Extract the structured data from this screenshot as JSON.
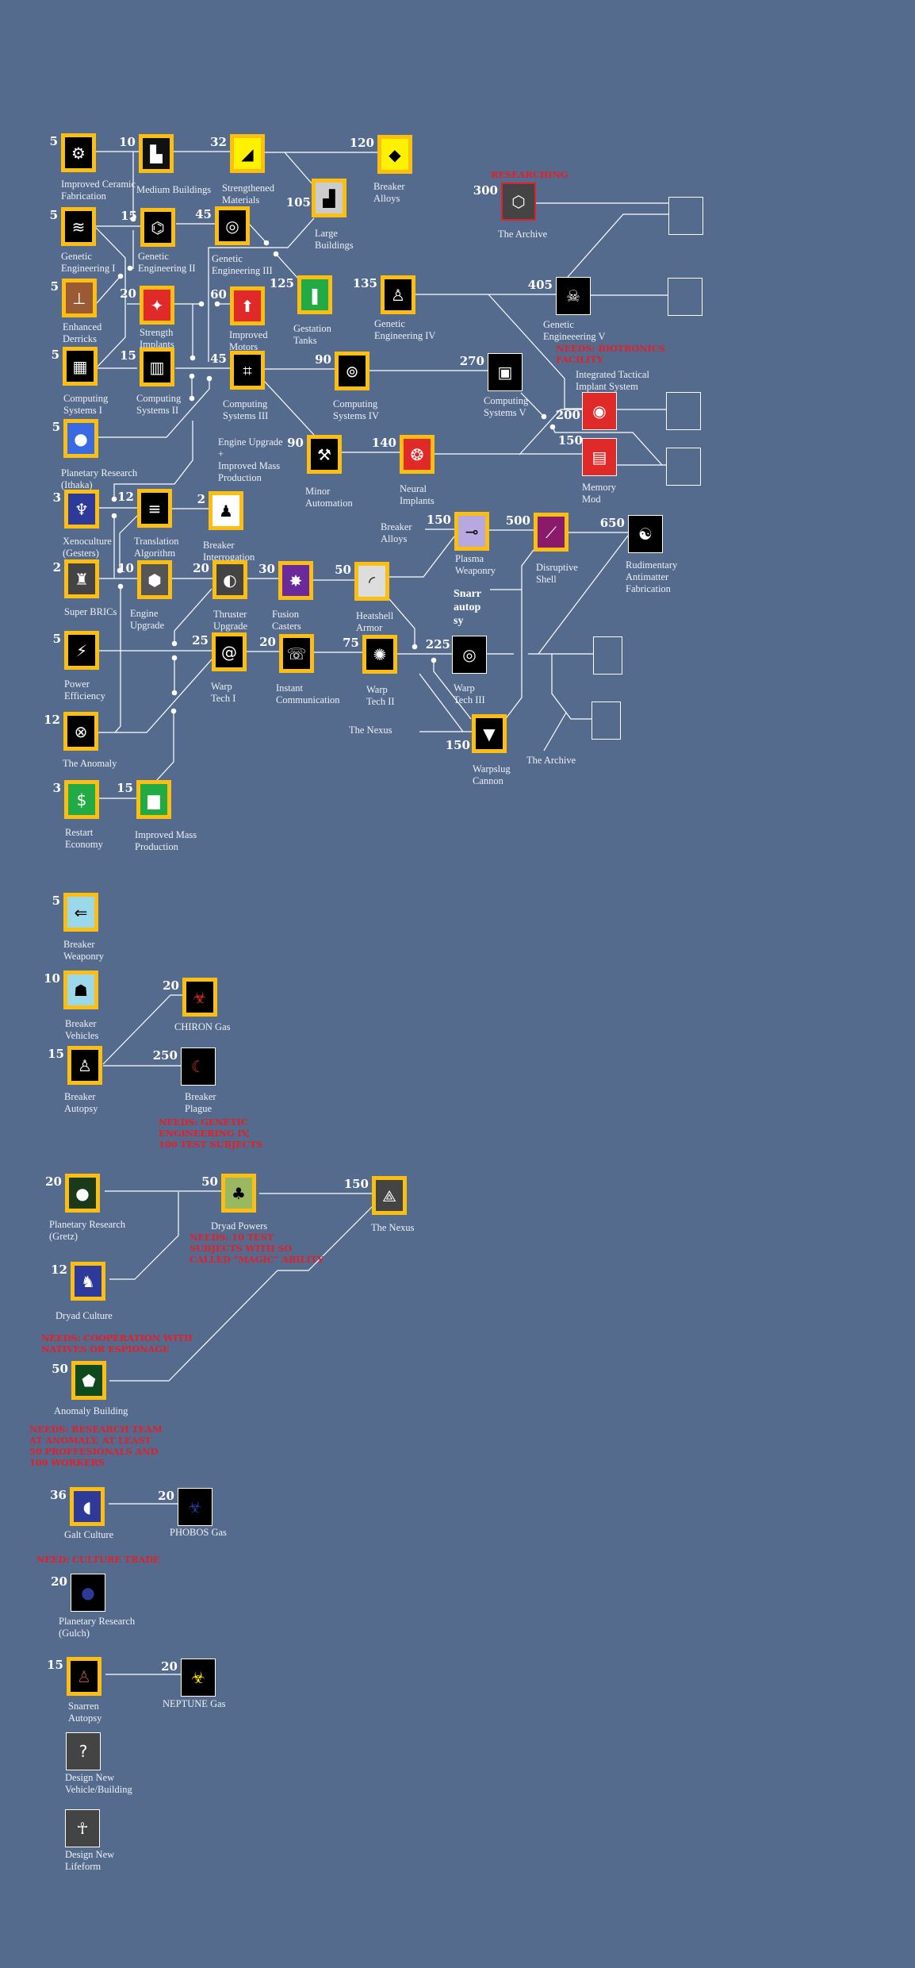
{
  "colors": {
    "background": "#556b8d",
    "frame_unlocked": "#fdbe12",
    "frame_available": "#ffffff",
    "frame_researching": "#e0202a",
    "needs_text": "#e0202a"
  },
  "nodes": [
    {
      "id": "ICF",
      "label": "Improved Ceramic\nFabrication",
      "cost": "5",
      "frame": "gold",
      "bg": "#000000",
      "icon": "gear-icon",
      "glyph": "⚙"
    },
    {
      "id": "MB",
      "label": "Medium Buildings",
      "cost": "10",
      "frame": "gold",
      "bg": "#111111",
      "icon": "buildings-icon",
      "glyph": "▙"
    },
    {
      "id": "SM",
      "label": "Strengthened\nMaterials",
      "cost": "32",
      "frame": "gold",
      "bg": "#fff200",
      "icon": "blade-icon",
      "glyph": "◢"
    },
    {
      "id": "BA",
      "label": "Breaker\nAlloys",
      "cost": "120",
      "frame": "gold",
      "bg": "#fff200",
      "icon": "crystal-icon",
      "glyph": "◆"
    },
    {
      "id": "LB",
      "label": "Large\nBuildings",
      "cost": "105",
      "frame": "gold",
      "bg": "#cccccc",
      "icon": "towers-icon",
      "glyph": "▟"
    },
    {
      "id": "ARC",
      "label": "The Archive",
      "cost": "300",
      "frame": "red",
      "bg": "#444444",
      "icon": "hexagon-icon",
      "glyph": "⬡",
      "status": "RESEARCHING"
    },
    {
      "id": "GE1",
      "label": "Genetic\nEngineering I",
      "cost": "5",
      "frame": "gold",
      "bg": "#000000",
      "icon": "dna-icon",
      "glyph": "≋"
    },
    {
      "id": "GE2",
      "label": "Genetic\nEngineering II",
      "cost": "15",
      "frame": "gold",
      "bg": "#000000",
      "icon": "molecule-icon",
      "glyph": "⌬"
    },
    {
      "id": "GE3",
      "label": "Genetic\nEngineering III",
      "cost": "45",
      "frame": "gold",
      "bg": "#000000",
      "icon": "cell-icon",
      "glyph": "◎"
    },
    {
      "id": "ED",
      "label": "Enhanced\nDerricks",
      "cost": "5",
      "frame": "gold",
      "bg": "#9a5a34",
      "icon": "derrick-icon",
      "glyph": "⊥"
    },
    {
      "id": "SI",
      "label": "Strength\nImplants",
      "cost": "20",
      "frame": "gold",
      "bg": "#e02a2a",
      "icon": "arm-icon",
      "glyph": "✦"
    },
    {
      "id": "IM",
      "label": "Improved\nMotors",
      "cost": "60",
      "frame": "gold",
      "bg": "#e02a2a",
      "icon": "motor-gear-icon",
      "glyph": "⬆"
    },
    {
      "id": "GT",
      "label": "Gestation\nTanks",
      "cost": "125",
      "frame": "gold",
      "bg": "#22aa44",
      "icon": "tank-icon",
      "glyph": "❚"
    },
    {
      "id": "GE4",
      "label": "Genetic\nEngineering IV",
      "cost": "135",
      "frame": "gold",
      "bg": "#000000",
      "icon": "humanoid-dna-icon",
      "glyph": "♙"
    },
    {
      "id": "GE5",
      "label": "Genetic\nEngineeering V",
      "cost": "405",
      "frame": "white",
      "bg": "#000000",
      "icon": "skull-dna-icon",
      "glyph": "☠",
      "needs": "NEEDS: BIOTRONICS\nFACILITY"
    },
    {
      "id": "CS1",
      "label": "Computing\nSystems I",
      "cost": "5",
      "frame": "gold",
      "bg": "#000000",
      "icon": "circuit-icon",
      "glyph": "▦"
    },
    {
      "id": "CS2",
      "label": "Computing\nSystems II",
      "cost": "15",
      "frame": "gold",
      "bg": "#000000",
      "icon": "circuit-board-icon",
      "glyph": "▥"
    },
    {
      "id": "CS3",
      "label": "Computing\nSystems III",
      "cost": "45",
      "frame": "gold",
      "bg": "#000000",
      "icon": "circuit-lines-icon",
      "glyph": "⌗"
    },
    {
      "id": "CS4",
      "label": "Computing\nSystems IV",
      "cost": "90",
      "frame": "gold",
      "bg": "#000000",
      "icon": "circuit-nodes-icon",
      "glyph": "⊚"
    },
    {
      "id": "CS5",
      "label": "Computing\nSystems V",
      "cost": "270",
      "frame": "white",
      "bg": "#000000",
      "icon": "chip-grid-icon",
      "glyph": "▣"
    },
    {
      "id": "ITIS",
      "label": "Integrated Tactical\nImplant System",
      "cost": "200",
      "frame": "white",
      "bg": "#e02a2a",
      "icon": "eye-icon",
      "glyph": "◉"
    },
    {
      "id": "MM",
      "label": "Memory\nMod",
      "cost": "150",
      "frame": "white",
      "bg": "#e02a2a",
      "icon": "book-icon",
      "glyph": "▤"
    },
    {
      "id": "PRI",
      "label": "Planetary Research\n(Ithaka)",
      "cost": "5",
      "frame": "gold",
      "bg": "#3a6ae0",
      "icon": "planet-icon",
      "glyph": "●"
    },
    {
      "id": "MA",
      "label": "Minor\nAutomation",
      "cost": "90",
      "frame": "gold",
      "bg": "#000000",
      "icon": "robot-arm-icon",
      "glyph": "⚒"
    },
    {
      "id": "NI",
      "label": "Neural\nImplants",
      "cost": "140",
      "frame": "gold",
      "bg": "#e02a2a",
      "icon": "brain-icon",
      "glyph": "❂"
    },
    {
      "id": "XG",
      "label": "Xenoculture\n(Gesters)",
      "cost": "3",
      "frame": "gold",
      "bg": "#2e3a9a",
      "icon": "octopus-icon",
      "glyph": "♆"
    },
    {
      "id": "TA",
      "label": "Translation\nAlgorithm",
      "cost": "12",
      "frame": "gold",
      "bg": "#000000",
      "icon": "text-screen-icon",
      "glyph": "≡"
    },
    {
      "id": "BI",
      "label": "Breaker\nInterrogation",
      "cost": "2",
      "frame": "gold",
      "bg": "#ffffff",
      "icon": "prisoner-icon",
      "glyph": "♟"
    },
    {
      "id": "SB",
      "label": "Super BRICs",
      "cost": "2",
      "frame": "gold",
      "bg": "#444444",
      "icon": "mech-icon",
      "glyph": "♜"
    },
    {
      "id": "EU",
      "label": "Engine\nUpgrade",
      "cost": "10",
      "frame": "gold",
      "bg": "#555555",
      "icon": "engine-icon",
      "glyph": "⬢"
    },
    {
      "id": "TU",
      "label": "Thruster\nUpgrade",
      "cost": "20",
      "frame": "gold",
      "bg": "#444444",
      "icon": "thruster-icon",
      "glyph": "◐"
    },
    {
      "id": "FC",
      "label": "Fusion\nCasters",
      "cost": "30",
      "frame": "gold",
      "bg": "#6a2a9a",
      "icon": "explosion-icon",
      "glyph": "✸"
    },
    {
      "id": "HA",
      "label": "Heatshell\nArmor",
      "cost": "50",
      "frame": "gold",
      "bg": "#dddddd",
      "icon": "heatshield-icon",
      "glyph": "◜"
    },
    {
      "id": "PE",
      "label": "Power\nEfficiency",
      "cost": "5",
      "frame": "gold",
      "bg": "#000000",
      "icon": "lightning-icon",
      "glyph": "⚡"
    },
    {
      "id": "WT1",
      "label": "Warp\nTech I",
      "cost": "25",
      "frame": "gold",
      "bg": "#000000",
      "icon": "spiral-icon",
      "glyph": "@"
    },
    {
      "id": "IC",
      "label": "Instant\nCommunication",
      "cost": "20",
      "frame": "gold",
      "bg": "#000000",
      "icon": "communicator-icon",
      "glyph": "☏"
    },
    {
      "id": "WT2",
      "label": "Warp\nTech II",
      "cost": "75",
      "frame": "gold",
      "bg": "#000000",
      "icon": "starburst-icon",
      "glyph": "✺"
    },
    {
      "id": "AN",
      "label": "The Anomaly",
      "cost": "12",
      "frame": "gold",
      "bg": "#000000",
      "icon": "wheel-icon",
      "glyph": "⊗"
    },
    {
      "id": "RE",
      "label": "Restart\nEconomy",
      "cost": "3",
      "frame": "gold",
      "bg": "#22aa44",
      "icon": "dollar-icon",
      "glyph": "$"
    },
    {
      "id": "IMP",
      "label": "Improved Mass\nProduction",
      "cost": "15",
      "frame": "gold",
      "bg": "#22aa44",
      "icon": "factory-icon",
      "glyph": "▆"
    },
    {
      "id": "PW",
      "label": "Plasma\nWeaponry",
      "cost": "150",
      "frame": "gold",
      "bg": "#b8a8e0",
      "icon": "plasma-gun-icon",
      "glyph": "⊸"
    },
    {
      "id": "DS",
      "label": "Disruptive\nShell",
      "cost": "500",
      "frame": "gold",
      "bg": "#8a1a6a",
      "icon": "shell-icon",
      "glyph": "⟋"
    },
    {
      "id": "RAF",
      "label": "Rudimentary\nAntimatter\nFabrication",
      "cost": "650",
      "frame": "white",
      "bg": "#000000",
      "icon": "yin-yang-icon",
      "glyph": "☯"
    },
    {
      "id": "WT3",
      "label": "Warp\nTech III",
      "cost": "225",
      "frame": "white",
      "bg": "#000000",
      "icon": "concentric-rings-icon",
      "glyph": "◎"
    },
    {
      "id": "WC",
      "label": "Warpslug\nCannon",
      "cost": "150",
      "frame": "gold",
      "bg": "#000000",
      "icon": "cannon-icon",
      "glyph": "▼"
    },
    {
      "id": "BW",
      "label": "Breaker\nWeaponry",
      "cost": "5",
      "frame": "gold",
      "bg": "#9ad8ea",
      "icon": "breaker-gun-icon",
      "glyph": "⇐"
    },
    {
      "id": "BV",
      "label": "Breaker\nVehicles",
      "cost": "10",
      "frame": "gold",
      "bg": "#9ad8ea",
      "icon": "walker-icon",
      "glyph": "☗"
    },
    {
      "id": "CG",
      "label": "CHIRON Gas",
      "cost": "20",
      "frame": "gold",
      "bg": "#000000",
      "icon": "biohazard-red-icon",
      "glyph": "☣",
      "glyphColor": "#e02a2a"
    },
    {
      "id": "BAu",
      "label": "Breaker\nAutopsy",
      "cost": "15",
      "frame": "gold",
      "bg": "#000000",
      "icon": "corpse-icon",
      "glyph": "♙"
    },
    {
      "id": "BP",
      "label": "Breaker\nPlague",
      "cost": "250",
      "frame": "white",
      "bg": "#000000",
      "icon": "claw-icon",
      "glyph": "☾",
      "glyphColor": "#e02a2a",
      "needs": "NEEDS: GENETIC\nENGINEERING IV,\n100 TEST SUBJECTS"
    },
    {
      "id": "PRG",
      "label": "Planetary Research\n(Gretz)",
      "cost": "20",
      "frame": "gold",
      "bg": "#1a3a1a",
      "icon": "planet-dark-icon",
      "glyph": "●"
    },
    {
      "id": "DP",
      "label": "Dryad Powers",
      "cost": "50",
      "frame": "gold",
      "bg": "#9ab860",
      "icon": "dryad-icon",
      "glyph": "♣",
      "needs": "NEEDS: 10 TEST\nSUBJECTS WITH SO\nCALLED \"MAGIC\" ABILITY"
    },
    {
      "id": "NX",
      "label": "The Nexus",
      "cost": "150",
      "frame": "gold",
      "bg": "#444444",
      "icon": "glyphs-icon",
      "glyph": "⟁"
    },
    {
      "id": "DC",
      "label": "Dryad Culture",
      "cost": "12",
      "frame": "gold",
      "bg": "#2e3a9a",
      "icon": "dryad-figure-icon",
      "glyph": "♞",
      "needs": "NEEDS: COOPERATION WITH\nNATIVES OR ESPIONAGE"
    },
    {
      "id": "AB",
      "label": "Anomaly Building",
      "cost": "50",
      "frame": "gold",
      "bg": "#0e4a1e",
      "icon": "monolith-icon",
      "glyph": "⬟",
      "needs": "NEEDS: RESEARCH TEAM\nAT ANOMALY, AT LEAST\n50 PROFFESIONALS AND\n100 WORKERS"
    },
    {
      "id": "GC",
      "label": "Galt Culture",
      "cost": "36",
      "frame": "gold",
      "bg": "#2e3a9a",
      "icon": "galt-creature-icon",
      "glyph": "◖"
    },
    {
      "id": "PG",
      "label": "PHOBOS Gas",
      "cost": "20",
      "frame": "white",
      "bg": "#000000",
      "icon": "biohazard-blue-icon",
      "glyph": "☣",
      "glyphColor": "#2e3a9a"
    },
    {
      "id": "PRGu",
      "label": "Planetary Research\n(Gulch)",
      "cost": "20",
      "frame": "white",
      "bg": "#000000",
      "icon": "planet-blue-icon",
      "glyph": "●",
      "glyphColor": "#2e3a9a",
      "needsAbove": "NEED: CULTURE TRADE"
    },
    {
      "id": "SA",
      "label": "Snarren\nAutopsy",
      "cost": "15",
      "frame": "gold",
      "bg": "#000000",
      "icon": "snarren-corpse-icon",
      "glyph": "♙",
      "glyphColor": "#a0522d"
    },
    {
      "id": "NG",
      "label": "NEPTUNE Gas",
      "cost": "20",
      "frame": "white",
      "bg": "#000000",
      "icon": "biohazard-yellow-icon",
      "glyph": "☣",
      "glyphColor": "#ffe600"
    },
    {
      "id": "DNV",
      "label": "Design New\nVehicle/Building",
      "frame": "white",
      "bg": "#444444",
      "icon": "gear-question-icon",
      "glyph": "?"
    },
    {
      "id": "DNL",
      "label": "Design New\nLifeform",
      "frame": "white",
      "bg": "#444444",
      "icon": "figure-question-icon",
      "glyph": "☥"
    }
  ],
  "free_labels": [
    {
      "id": "eu-imp",
      "text": "Engine Upgrade\n+\nImproved Mass\nProduction"
    },
    {
      "id": "ba-ref",
      "text": "Breaker\nAlloys"
    },
    {
      "id": "snarr",
      "text": "Snarr\nautop\nsy",
      "bold": true
    },
    {
      "id": "nexus-ref",
      "text": "The Nexus"
    },
    {
      "id": "archive-ref",
      "text": "The Archive"
    }
  ]
}
